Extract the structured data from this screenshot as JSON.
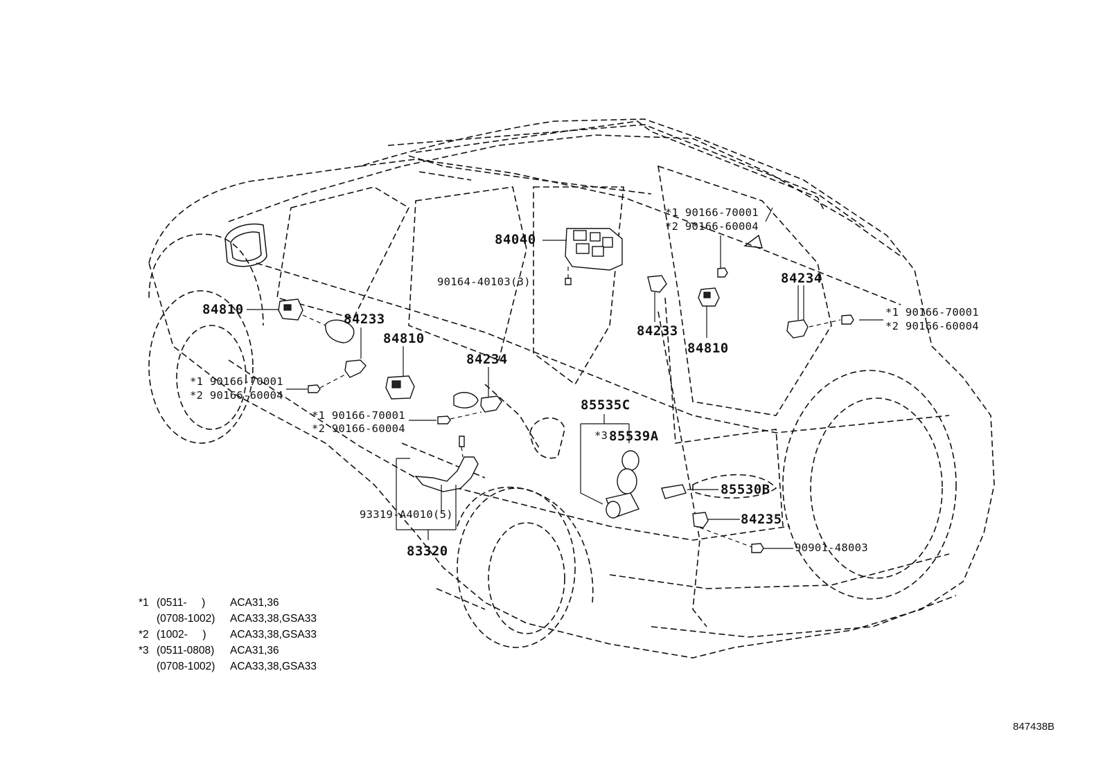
{
  "labels": {
    "part_84040": "84040",
    "part_90164_40103": "90164-40103(3)",
    "part_84810_left": "84810",
    "part_84233_left": "84233",
    "part_84810_mid": "84810",
    "part_84234_left": "84234",
    "bolt_left_1": "*1 90166-70001",
    "bolt_left_2": "*2 90166-60004",
    "bolt_mid_1": "*1 90166-70001",
    "bolt_mid_2": "*2 90166-60004",
    "part_93319": "93319-A4010(5)",
    "part_83320": "83320",
    "part_85535C": "85535C",
    "part_85539A_mark": "*3",
    "part_85539A": "85539A",
    "part_85530B": "85530B",
    "part_84235": "84235",
    "part_90901": "90901-48003",
    "bolt_top_1": "*1 90166-70001",
    "bolt_top_2": "*2 90166-60004",
    "part_84233_right": "84233",
    "part_84810_right": "84810",
    "part_84234_right": "84234",
    "bolt_right_1": "*1 90166-70001",
    "bolt_right_2": "*2 90166-60004"
  },
  "notes": [
    {
      "mark": "*1",
      "range": "(0511-     )",
      "models": "ACA31,36"
    },
    {
      "mark": "",
      "range": "(0708-1002)",
      "models": "ACA33,38,GSA33"
    },
    {
      "mark": "*2",
      "range": "(1002-     )",
      "models": "ACA33,38,GSA33"
    },
    {
      "mark": "*3",
      "range": "(0511-0808)",
      "models": "ACA31,36"
    },
    {
      "mark": "",
      "range": "(0708-1002)",
      "models": "ACA33,38,GSA33"
    }
  ],
  "diagram_id": "847438B"
}
